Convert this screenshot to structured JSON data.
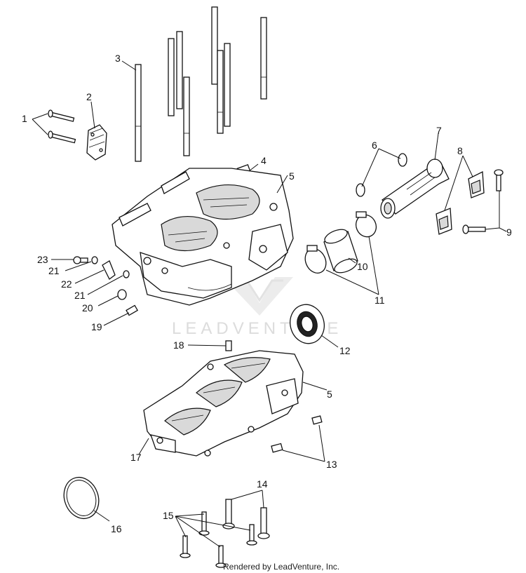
{
  "watermark": {
    "brand": "LEADVENTURE"
  },
  "footer": {
    "text": "Rendered by LeadVenture, Inc."
  },
  "callouts": [
    "1",
    "2",
    "3",
    "4",
    "5",
    "6",
    "7",
    "8",
    "9",
    "10",
    "11",
    "12",
    "13",
    "14",
    "15",
    "16",
    "17",
    "18",
    "19",
    "20",
    "21",
    "22",
    "23"
  ],
  "labels": {
    "c1": "1",
    "c2": "2",
    "c3": "3",
    "c4": "4",
    "c5a": "5",
    "c5b": "5",
    "c6": "6",
    "c7": "7",
    "c8": "8",
    "c9": "9",
    "c10": "10",
    "c11": "11",
    "c12": "12",
    "c13": "13",
    "c14": "14",
    "c15": "15",
    "c16": "16",
    "c17": "17",
    "c18": "18",
    "c19": "19",
    "c20": "20",
    "c21a": "21",
    "c21b": "21",
    "c22": "22",
    "c23": "23"
  }
}
